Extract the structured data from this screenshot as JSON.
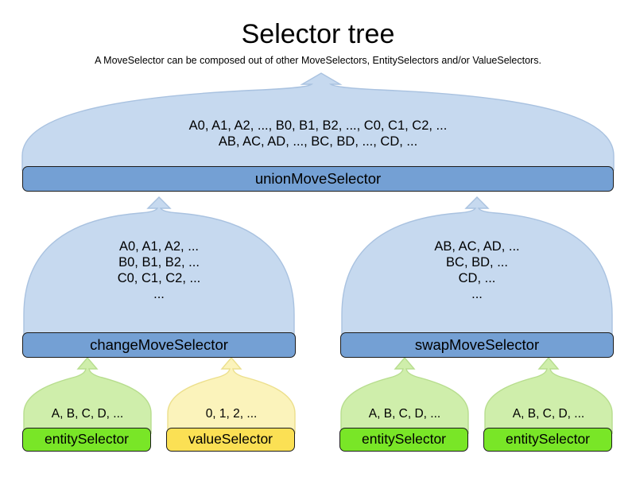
{
  "header": {
    "title": "Selector tree",
    "subtitle": "A MoveSelector can be composed out of other MoveSelectors, EntitySelectors and/or ValueSelectors."
  },
  "colors": {
    "move_selector_box": "#74a0d4",
    "move_selector_body": "#c6d9ef",
    "entity_selector_box": "#79e627",
    "entity_selector_body": "#cfeeab",
    "value_selector_box": "#fbe054",
    "value_selector_body": "#fbf3bb",
    "outline": "#1c1c1c",
    "body_outline": "#a9c2e0",
    "background": "#ffffff"
  },
  "nodes": {
    "union": {
      "label": "unionMoveSelector",
      "lines": [
        "A0, A1, A2, ..., B0, B1, B2, ..., C0, C1, C2, ...",
        "AB, AC, AD, ..., BC, BD, ..., CD, ..."
      ]
    },
    "change": {
      "label": "changeMoveSelector",
      "lines": [
        "A0, A1, A2, ...",
        "B0, B1, B2, ...",
        "C0, C1, C2, ...",
        "..."
      ]
    },
    "swap": {
      "label": "swapMoveSelector",
      "lines": [
        "AB, AC, AD, ...",
        "BC, BD, ...",
        "CD, ...",
        "..."
      ]
    },
    "entity1": {
      "label": "entitySelector",
      "lines": [
        "A, B, C, D, ..."
      ]
    },
    "value1": {
      "label": "valueSelector",
      "lines": [
        "0, 1, 2, ..."
      ]
    },
    "entity2": {
      "label": "entitySelector",
      "lines": [
        "A, B, C, D, ..."
      ]
    },
    "entity3": {
      "label": "entitySelector",
      "lines": [
        "A, B, C, D, ..."
      ]
    }
  }
}
